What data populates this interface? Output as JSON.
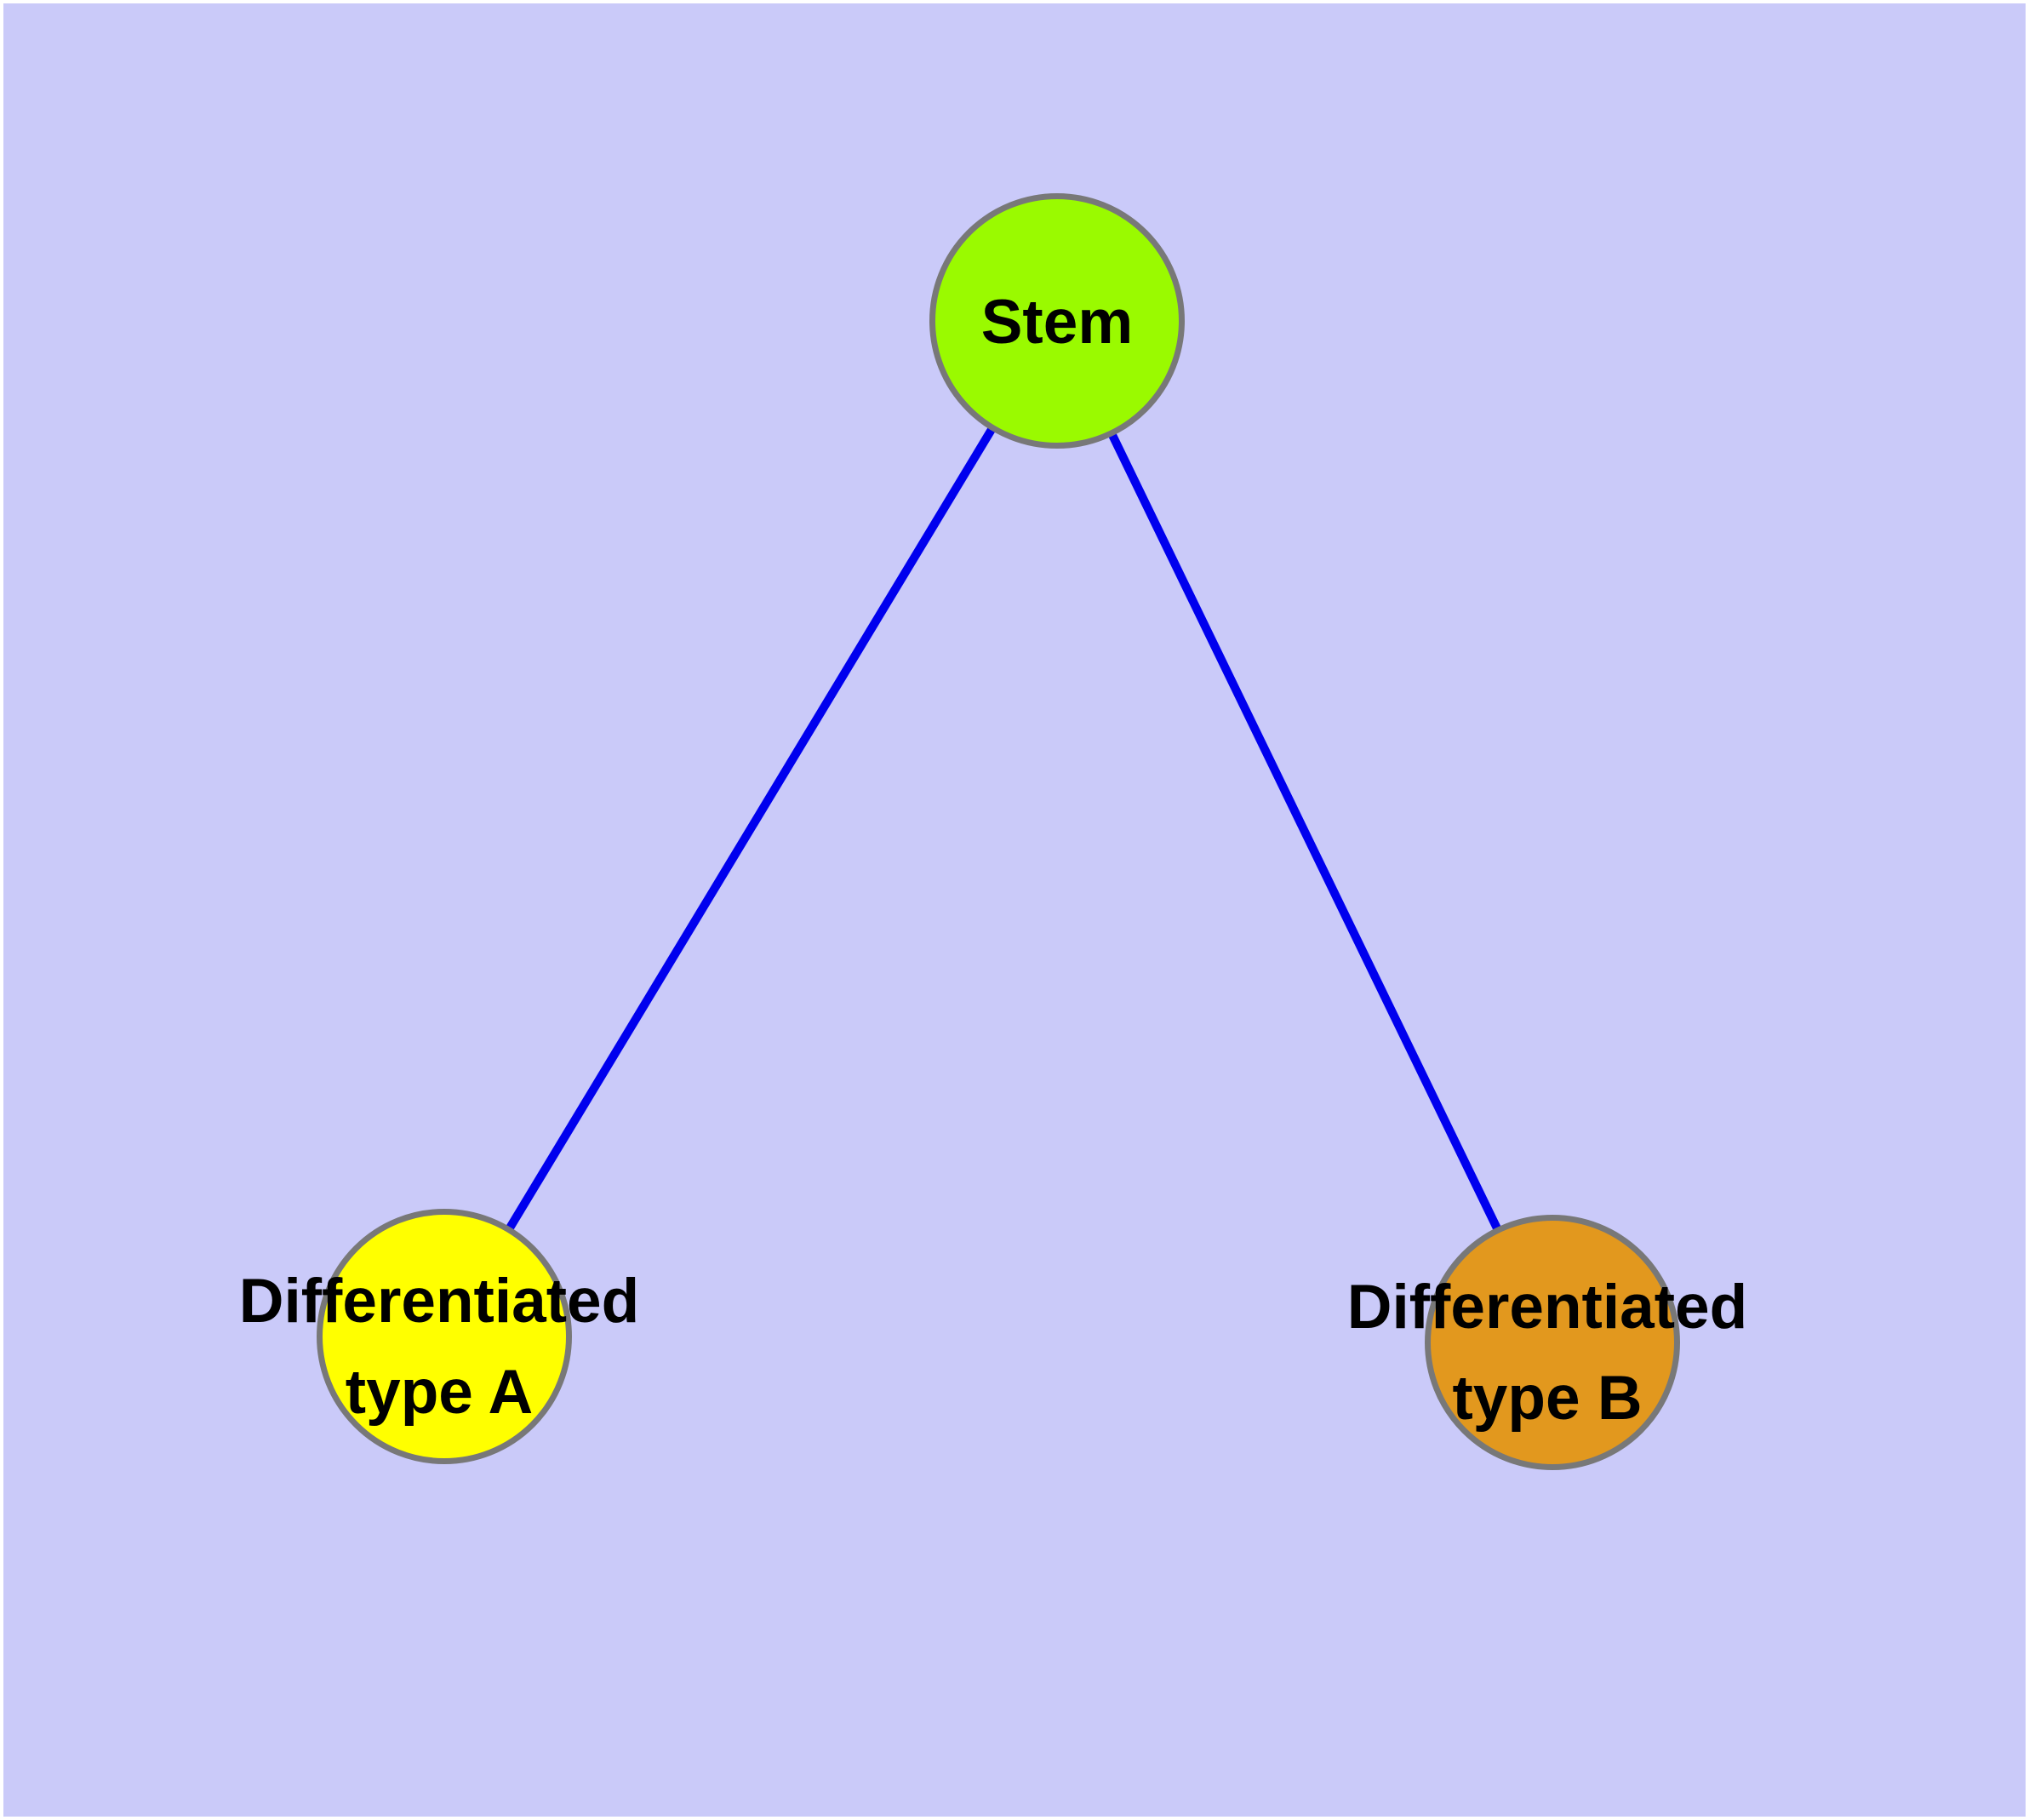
{
  "diagram": {
    "type": "node-link-graph",
    "background_color": "#CACAF9",
    "edge_color": "#0000EE",
    "node_border_color": "#787878",
    "label_text_color": "#000000",
    "nodes": {
      "stem": {
        "label": "Stem",
        "fill": "#9AFA00"
      },
      "type_a": {
        "label": "Differentiated\ntype A",
        "fill": "#FFFF00"
      },
      "type_b": {
        "label": "Differentiated\ntype B",
        "fill": "#E2981E"
      }
    },
    "edges": [
      {
        "from": "Stem",
        "to": "Differentiated type A"
      },
      {
        "from": "Stem",
        "to": "Differentiated type B"
      }
    ]
  }
}
